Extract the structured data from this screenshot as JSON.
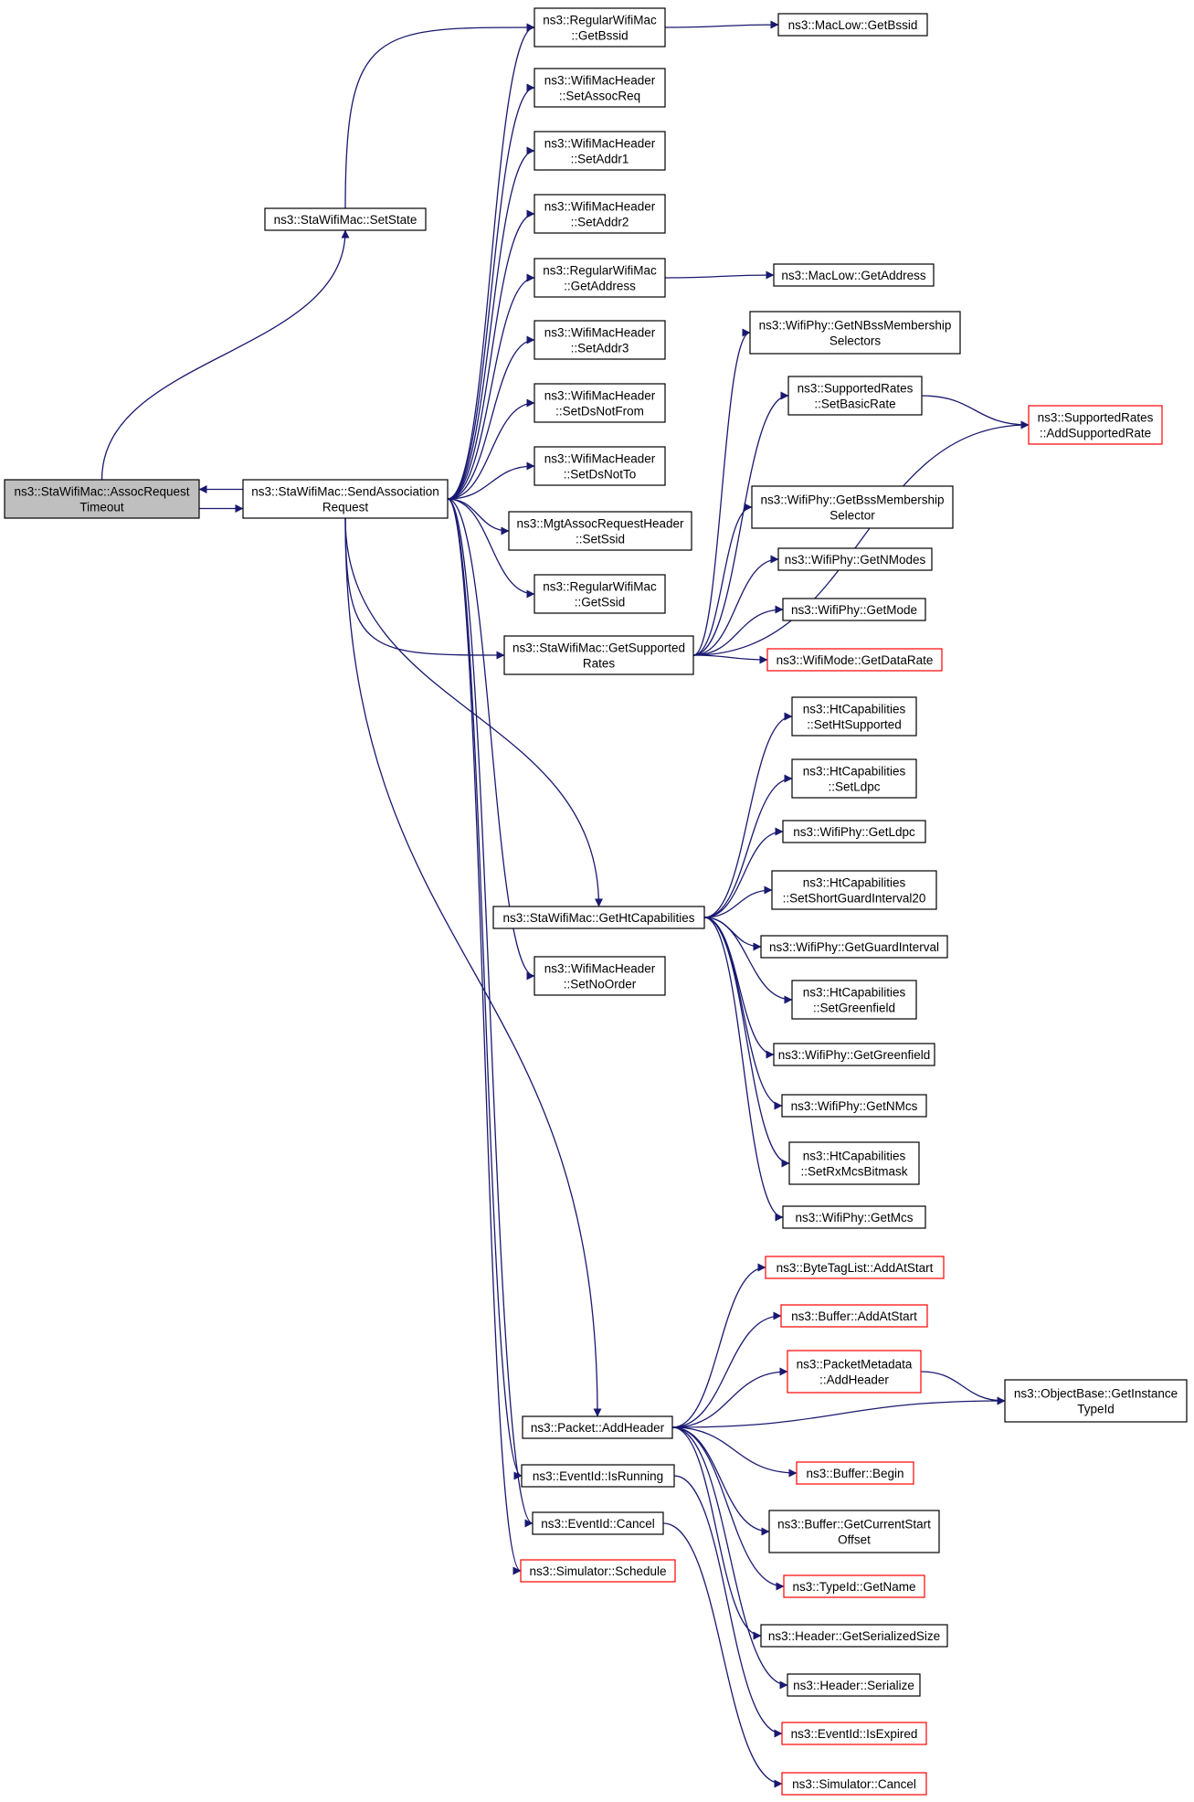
{
  "colors": {
    "edge": "#191970",
    "node_border": "#000000",
    "node_border_truncated": "#ff0000",
    "focus_fill": "#bfbfbf",
    "node_fill": "#ffffff"
  },
  "nodes": [
    {
      "id": "AssocRequestTimeout",
      "lines": [
        "ns3::StaWifiMac::AssocRequest",
        "Timeout"
      ],
      "style": "focus"
    },
    {
      "id": "SetState",
      "lines": [
        "ns3::StaWifiMac::SetState"
      ],
      "style": "normal"
    },
    {
      "id": "SendAssociationRequest",
      "lines": [
        "ns3::StaWifiMac::SendAssociation",
        "Request"
      ],
      "style": "normal"
    },
    {
      "id": "RWM_GetBssid",
      "lines": [
        "ns3::RegularWifiMac",
        "::GetBssid"
      ],
      "style": "normal"
    },
    {
      "id": "MacLow_GetBssid",
      "lines": [
        "ns3::MacLow::GetBssid"
      ],
      "style": "normal"
    },
    {
      "id": "SetAssocReq",
      "lines": [
        "ns3::WifiMacHeader",
        "::SetAssocReq"
      ],
      "style": "normal"
    },
    {
      "id": "SetAddr1",
      "lines": [
        "ns3::WifiMacHeader",
        "::SetAddr1"
      ],
      "style": "normal"
    },
    {
      "id": "SetAddr2",
      "lines": [
        "ns3::WifiMacHeader",
        "::SetAddr2"
      ],
      "style": "normal"
    },
    {
      "id": "RWM_GetAddress",
      "lines": [
        "ns3::RegularWifiMac",
        "::GetAddress"
      ],
      "style": "normal"
    },
    {
      "id": "MacLow_GetAddress",
      "lines": [
        "ns3::MacLow::GetAddress"
      ],
      "style": "normal"
    },
    {
      "id": "SetAddr3",
      "lines": [
        "ns3::WifiMacHeader",
        "::SetAddr3"
      ],
      "style": "normal"
    },
    {
      "id": "SetDsNotFrom",
      "lines": [
        "ns3::WifiMacHeader",
        "::SetDsNotFrom"
      ],
      "style": "normal"
    },
    {
      "id": "SetDsNotTo",
      "lines": [
        "ns3::WifiMacHeader",
        "::SetDsNotTo"
      ],
      "style": "normal"
    },
    {
      "id": "MgtSetSsid",
      "lines": [
        "ns3::MgtAssocRequestHeader",
        "::SetSsid"
      ],
      "style": "normal"
    },
    {
      "id": "RWM_GetSsid",
      "lines": [
        "ns3::RegularWifiMac",
        "::GetSsid"
      ],
      "style": "normal"
    },
    {
      "id": "GetSupportedRates",
      "lines": [
        "ns3::StaWifiMac::GetSupported",
        "Rates"
      ],
      "style": "normal"
    },
    {
      "id": "GetNBssMembershipSelectors",
      "lines": [
        "ns3::WifiPhy::GetNBssMembership",
        "Selectors"
      ],
      "style": "normal"
    },
    {
      "id": "SetBasicRate",
      "lines": [
        "ns3::SupportedRates",
        "::SetBasicRate"
      ],
      "style": "normal"
    },
    {
      "id": "AddSupportedRate",
      "lines": [
        "ns3::SupportedRates",
        "::AddSupportedRate"
      ],
      "style": "truncated"
    },
    {
      "id": "GetBssMembershipSelector",
      "lines": [
        "ns3::WifiPhy::GetBssMembership",
        "Selector"
      ],
      "style": "normal"
    },
    {
      "id": "GetNModes",
      "lines": [
        "ns3::WifiPhy::GetNModes"
      ],
      "style": "normal"
    },
    {
      "id": "GetMode",
      "lines": [
        "ns3::WifiPhy::GetMode"
      ],
      "style": "normal"
    },
    {
      "id": "GetDataRate",
      "lines": [
        "ns3::WifiMode::GetDataRate"
      ],
      "style": "truncated"
    },
    {
      "id": "GetHtCapabilities",
      "lines": [
        "ns3::StaWifiMac::GetHtCapabilities"
      ],
      "style": "normal"
    },
    {
      "id": "SetHtSupported",
      "lines": [
        "ns3::HtCapabilities",
        "::SetHtSupported"
      ],
      "style": "normal"
    },
    {
      "id": "SetLdpc",
      "lines": [
        "ns3::HtCapabilities",
        "::SetLdpc"
      ],
      "style": "normal"
    },
    {
      "id": "GetLdpc",
      "lines": [
        "ns3::WifiPhy::GetLdpc"
      ],
      "style": "normal"
    },
    {
      "id": "SetShortGuardInterval20",
      "lines": [
        "ns3::HtCapabilities",
        "::SetShortGuardInterval20"
      ],
      "style": "normal"
    },
    {
      "id": "GetGuardInterval",
      "lines": [
        "ns3::WifiPhy::GetGuardInterval"
      ],
      "style": "normal"
    },
    {
      "id": "SetGreenfield",
      "lines": [
        "ns3::HtCapabilities",
        "::SetGreenfield"
      ],
      "style": "normal"
    },
    {
      "id": "GetGreenfield",
      "lines": [
        "ns3::WifiPhy::GetGreenfield"
      ],
      "style": "normal"
    },
    {
      "id": "GetNMcs",
      "lines": [
        "ns3::WifiPhy::GetNMcs"
      ],
      "style": "normal"
    },
    {
      "id": "SetRxMcsBitmask",
      "lines": [
        "ns3::HtCapabilities",
        "::SetRxMcsBitmask"
      ],
      "style": "normal"
    },
    {
      "id": "GetMcs",
      "lines": [
        "ns3::WifiPhy::GetMcs"
      ],
      "style": "normal"
    },
    {
      "id": "SetNoOrder",
      "lines": [
        "ns3::WifiMacHeader",
        "::SetNoOrder"
      ],
      "style": "normal"
    },
    {
      "id": "ByteTagList_AddAtStart",
      "lines": [
        "ns3::ByteTagList::AddAtStart"
      ],
      "style": "truncated"
    },
    {
      "id": "Buffer_AddAtStart",
      "lines": [
        "ns3::Buffer::AddAtStart"
      ],
      "style": "truncated"
    },
    {
      "id": "PacketMetadata_AddHeader",
      "lines": [
        "ns3::PacketMetadata",
        "::AddHeader"
      ],
      "style": "truncated"
    },
    {
      "id": "GetInstanceTypeId",
      "lines": [
        "ns3::ObjectBase::GetInstance",
        "TypeId"
      ],
      "style": "normal"
    },
    {
      "id": "Packet_AddHeader",
      "lines": [
        "ns3::Packet::AddHeader"
      ],
      "style": "normal"
    },
    {
      "id": "Buffer_Begin",
      "lines": [
        "ns3::Buffer::Begin"
      ],
      "style": "truncated"
    },
    {
      "id": "EventId_IsRunning",
      "lines": [
        "ns3::EventId::IsRunning"
      ],
      "style": "normal"
    },
    {
      "id": "GetCurrentStartOffset",
      "lines": [
        "ns3::Buffer::GetCurrentStart",
        "Offset"
      ],
      "style": "normal"
    },
    {
      "id": "EventId_Cancel",
      "lines": [
        "ns3::EventId::Cancel"
      ],
      "style": "normal"
    },
    {
      "id": "Simulator_Schedule",
      "lines": [
        "ns3::Simulator::Schedule"
      ],
      "style": "truncated"
    },
    {
      "id": "TypeId_GetName",
      "lines": [
        "ns3::TypeId::GetName"
      ],
      "style": "truncated"
    },
    {
      "id": "GetSerializedSize",
      "lines": [
        "ns3::Header::GetSerializedSize"
      ],
      "style": "normal"
    },
    {
      "id": "Header_Serialize",
      "lines": [
        "ns3::Header::Serialize"
      ],
      "style": "normal"
    },
    {
      "id": "EventId_IsExpired",
      "lines": [
        "ns3::EventId::IsExpired"
      ],
      "style": "truncated"
    },
    {
      "id": "Simulator_Cancel",
      "lines": [
        "ns3::Simulator::Cancel"
      ],
      "style": "truncated"
    }
  ],
  "edges": [
    [
      "AssocRequestTimeout",
      "SetState"
    ],
    [
      "AssocRequestTimeout",
      "SendAssociationRequest"
    ],
    [
      "SendAssociationRequest",
      "AssocRequestTimeout"
    ],
    [
      "SetState",
      "RWM_GetBssid"
    ],
    [
      "RWM_GetBssid",
      "MacLow_GetBssid"
    ],
    [
      "SendAssociationRequest",
      "RWM_GetBssid"
    ],
    [
      "SendAssociationRequest",
      "SetAssocReq"
    ],
    [
      "SendAssociationRequest",
      "SetAddr1"
    ],
    [
      "SendAssociationRequest",
      "SetAddr2"
    ],
    [
      "SendAssociationRequest",
      "RWM_GetAddress"
    ],
    [
      "RWM_GetAddress",
      "MacLow_GetAddress"
    ],
    [
      "SendAssociationRequest",
      "SetAddr3"
    ],
    [
      "SendAssociationRequest",
      "SetDsNotFrom"
    ],
    [
      "SendAssociationRequest",
      "SetDsNotTo"
    ],
    [
      "SendAssociationRequest",
      "MgtSetSsid"
    ],
    [
      "SendAssociationRequest",
      "RWM_GetSsid"
    ],
    [
      "SendAssociationRequest",
      "GetSupportedRates"
    ],
    [
      "SendAssociationRequest",
      "GetHtCapabilities"
    ],
    [
      "SendAssociationRequest",
      "SetNoOrder"
    ],
    [
      "SendAssociationRequest",
      "Packet_AddHeader"
    ],
    [
      "SendAssociationRequest",
      "EventId_IsRunning"
    ],
    [
      "SendAssociationRequest",
      "EventId_Cancel"
    ],
    [
      "SendAssociationRequest",
      "Simulator_Schedule"
    ],
    [
      "GetSupportedRates",
      "GetNBssMembershipSelectors"
    ],
    [
      "GetSupportedRates",
      "SetBasicRate"
    ],
    [
      "GetSupportedRates",
      "AddSupportedRate"
    ],
    [
      "SetBasicRate",
      "AddSupportedRate"
    ],
    [
      "GetSupportedRates",
      "GetBssMembershipSelector"
    ],
    [
      "GetSupportedRates",
      "GetNModes"
    ],
    [
      "GetSupportedRates",
      "GetMode"
    ],
    [
      "GetSupportedRates",
      "GetDataRate"
    ],
    [
      "GetHtCapabilities",
      "SetHtSupported"
    ],
    [
      "GetHtCapabilities",
      "SetLdpc"
    ],
    [
      "GetHtCapabilities",
      "GetLdpc"
    ],
    [
      "GetHtCapabilities",
      "SetShortGuardInterval20"
    ],
    [
      "GetHtCapabilities",
      "GetGuardInterval"
    ],
    [
      "GetHtCapabilities",
      "SetGreenfield"
    ],
    [
      "GetHtCapabilities",
      "GetGreenfield"
    ],
    [
      "GetHtCapabilities",
      "GetNMcs"
    ],
    [
      "GetHtCapabilities",
      "SetRxMcsBitmask"
    ],
    [
      "GetHtCapabilities",
      "GetMcs"
    ],
    [
      "Packet_AddHeader",
      "ByteTagList_AddAtStart"
    ],
    [
      "Packet_AddHeader",
      "Buffer_AddAtStart"
    ],
    [
      "Packet_AddHeader",
      "PacketMetadata_AddHeader"
    ],
    [
      "PacketMetadata_AddHeader",
      "GetInstanceTypeId"
    ],
    [
      "Packet_AddHeader",
      "GetInstanceTypeId"
    ],
    [
      "Packet_AddHeader",
      "Buffer_Begin"
    ],
    [
      "Packet_AddHeader",
      "GetCurrentStartOffset"
    ],
    [
      "Packet_AddHeader",
      "TypeId_GetName"
    ],
    [
      "Packet_AddHeader",
      "GetSerializedSize"
    ],
    [
      "Packet_AddHeader",
      "Header_Serialize"
    ],
    [
      "EventId_IsRunning",
      "EventId_IsExpired"
    ],
    [
      "EventId_Cancel",
      "Simulator_Cancel"
    ]
  ]
}
